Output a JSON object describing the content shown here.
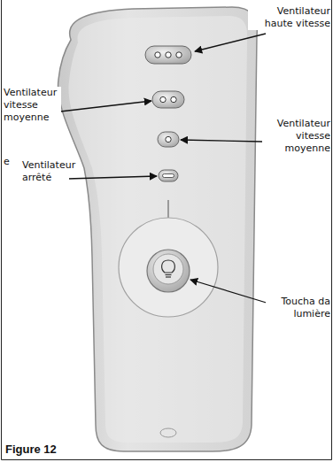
{
  "diagram": {
    "caption": "Figure 12",
    "labels": [
      "Ventilateur haute vitesse",
      "Ventilateur vitesse moyenne",
      "Ventilateur vitesse moyenne",
      "e",
      "Ventilateur arrêté",
      "Toucha da lumière"
    ]
  }
}
